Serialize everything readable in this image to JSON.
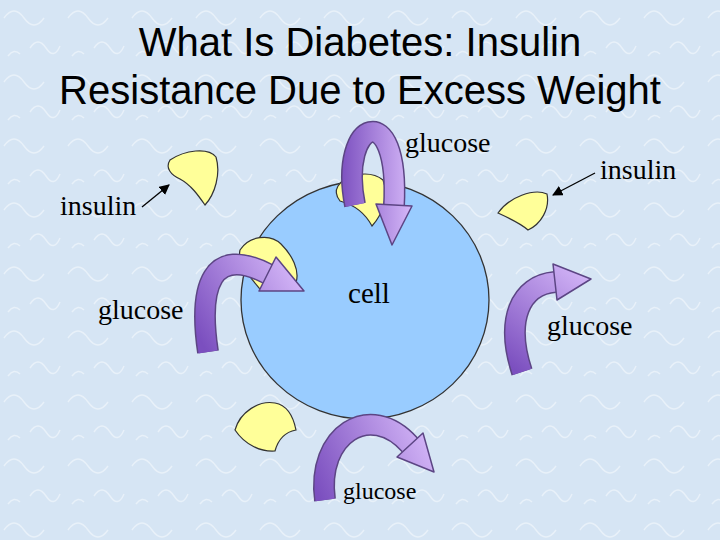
{
  "diagram": {
    "title": "What Is Diabetes: Insulin Resistance Due to Excess Weight",
    "nodes": [
      {
        "text": [
          "cell"
        ]
      }
    ],
    "labels": [
      "glucose",
      "insulin",
      "insulin",
      "glucose",
      "glucose",
      "glucose"
    ]
  }
}
